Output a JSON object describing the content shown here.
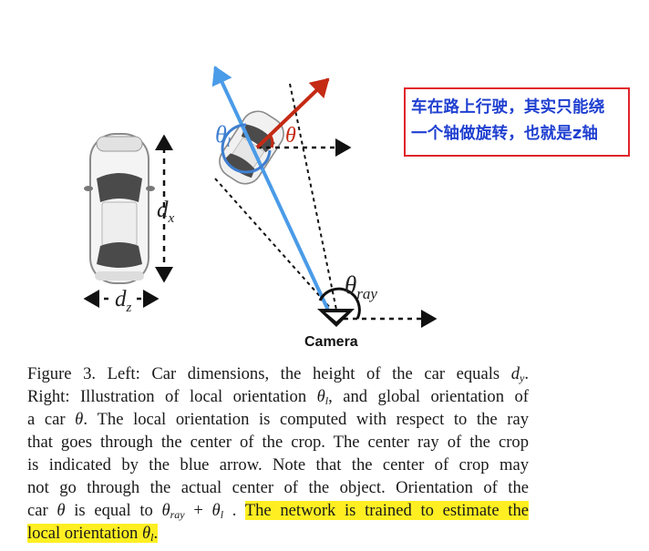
{
  "figure": {
    "label_dx": "d",
    "label_dx_sub": "x",
    "label_dz": "d",
    "label_dz_sub": "z",
    "label_theta_l": "θ",
    "label_theta_l_sub": "l",
    "label_theta": "θ",
    "label_theta_ray": "θ",
    "label_theta_ray_sub": "ray",
    "camera_label": "Camera",
    "colors": {
      "blue_arrow": "#4a9be8",
      "red_arrow": "#c42a14",
      "theta_l": "#3f7fd0",
      "theta": "#c42a14",
      "annotation_border": "#e0242b",
      "annotation_text": "#1f3fd0",
      "highlight": "#ffef22"
    }
  },
  "annotation": {
    "line1": "车在路上行驶，其实只能绕",
    "line2": "一个轴做旋转，也就是z轴"
  },
  "caption": {
    "l1_a": "Figure 3. Left: Car dimensions, the height of the car equals ",
    "l1_math": "d",
    "l1_sub": "y",
    "l1_b": ".",
    "l2_a": "Right: Illustration of local orientation ",
    "l2_math": "θ",
    "l2_sub": "l",
    "l2_b": ", and global orientation of",
    "l3_a": "a car ",
    "l3_math": "θ",
    "l3_b": ". The local orientation is computed with respect to the ray",
    "l4": "that goes through the center of the crop. The center ray of the crop",
    "l5": "is indicated by the blue arrow. Note that the center of crop may",
    "l6": "not go through the actual center of the object. Orientation of the",
    "l7_a": "car ",
    "l7_m1": "θ",
    "l7_b": " is equal to ",
    "l7_m2": "θ",
    "l7_m2_sub": "ray",
    "l7_c": " + ",
    "l7_m3": "θ",
    "l7_m3_sub": "l",
    "l7_d": " . ",
    "l7_hl": "The network is trained to estimate the",
    "l8_hl_a": "local orientation ",
    "l8_math": "θ",
    "l8_sub": "l",
    "l8_hl_b": "."
  }
}
